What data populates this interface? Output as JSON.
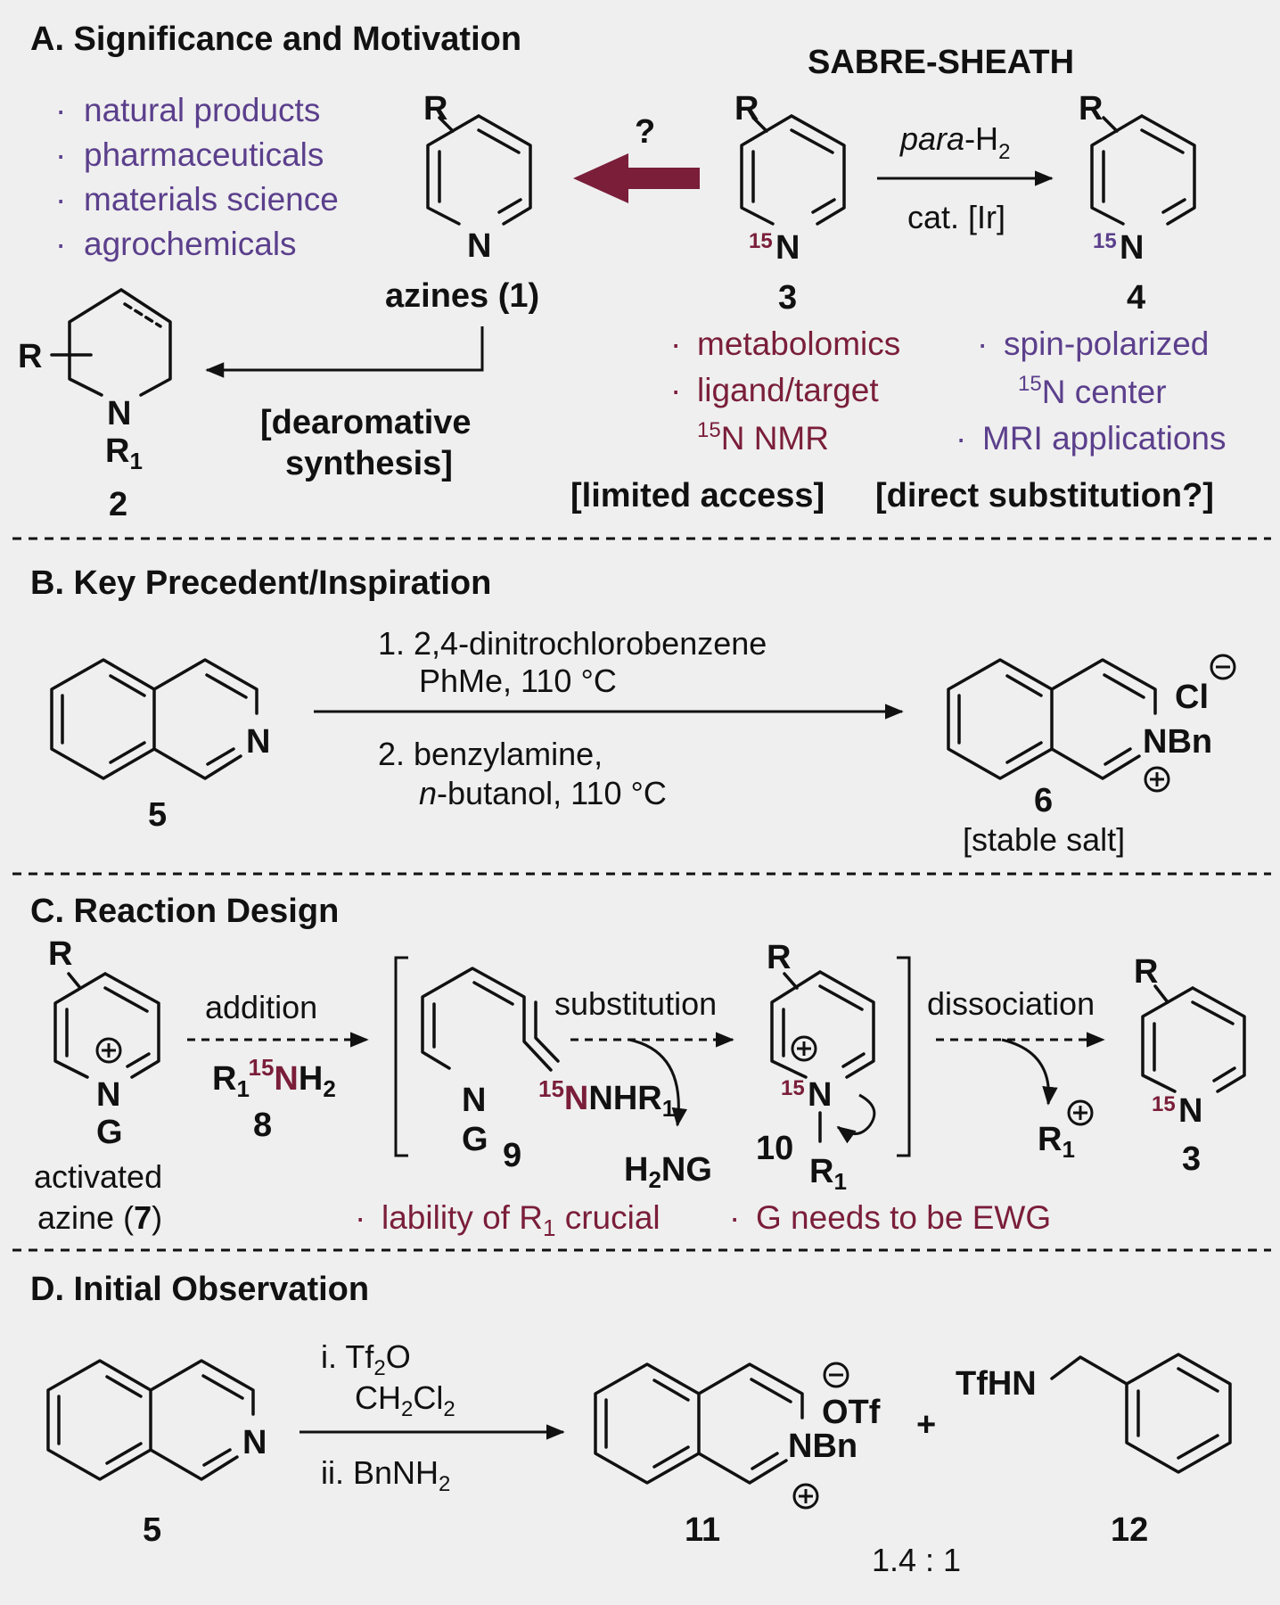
{
  "panels": {
    "a_title": "A. Significance and Motivation",
    "b_title": "B. Key Precedent/Inspiration",
    "c_title": "C. Reaction Design",
    "d_title": "D. Initial Observation"
  },
  "panel_a": {
    "bullets": [
      "natural products",
      "pharmaceuticals",
      "materials science",
      "agrochemicals"
    ],
    "bullet_mark": "·",
    "sabre": "SABRE-SHEATH",
    "question": "?",
    "azines_label": "azines (1)",
    "compound3": "3",
    "compound4": "4",
    "compound2": "2",
    "para_prefix": "para",
    "para_suffix": "-H",
    "para_sub": "2",
    "cat": "cat. [Ir]",
    "dearomative1": "[dearomative",
    "dearomative2": "synthesis]",
    "list3": [
      "metabolomics",
      "ligand/target"
    ],
    "list3_nmr": "N NMR",
    "list4_1": "spin-polarized",
    "list4_2": "N center",
    "list4_3": "MRI applications",
    "sup15": "15",
    "limited": "[limited access]",
    "direct": "[direct substitution?]",
    "R": "R",
    "N": "N",
    "R1": "R",
    "sub1": "1"
  },
  "panel_b": {
    "step1a": "1. 2,4-dinitrochlorobenzene",
    "step1b": "PhMe, 110 °C",
    "step2a": "2. benzylamine,",
    "step2b_italic": "n",
    "step2b_rest": "-butanol, 110 °C",
    "compound5": "5",
    "compound6": "6",
    "stable": "[stable salt]",
    "cl": "Cl",
    "nbn": "NBn",
    "N": "N"
  },
  "panel_c": {
    "addition": "addition",
    "substitution": "substitution",
    "dissociation": "dissociation",
    "compound8": "8",
    "compound9": "9",
    "compound10": "10",
    "compound3": "3",
    "activated1": "activated",
    "activated2": "azine (",
    "activated_num": "7",
    "activated_close": ")",
    "G": "G",
    "nhr": "NHR",
    "h2ng_h": "H",
    "h2ng_rest": "NG",
    "nh2": "NH",
    "note1": "lability of R",
    "note1_end": " crucial",
    "note2": "G needs to be EWG"
  },
  "panel_d": {
    "reagent1a": "i. Tf",
    "reagent1b": "O",
    "reagent2a": "CH",
    "reagent2b": "Cl",
    "reagent3a": "ii. BnNH",
    "compound5": "5",
    "compound11": "11",
    "compound12": "12",
    "otf": "OTf",
    "nbn": "NBn",
    "tfhn": "TfHN",
    "plus": "+",
    "ratio": "1.4 : 1"
  },
  "colors": {
    "purple": "#5b3f8c",
    "maroon": "#7a1e3a",
    "background": "#efefef"
  }
}
